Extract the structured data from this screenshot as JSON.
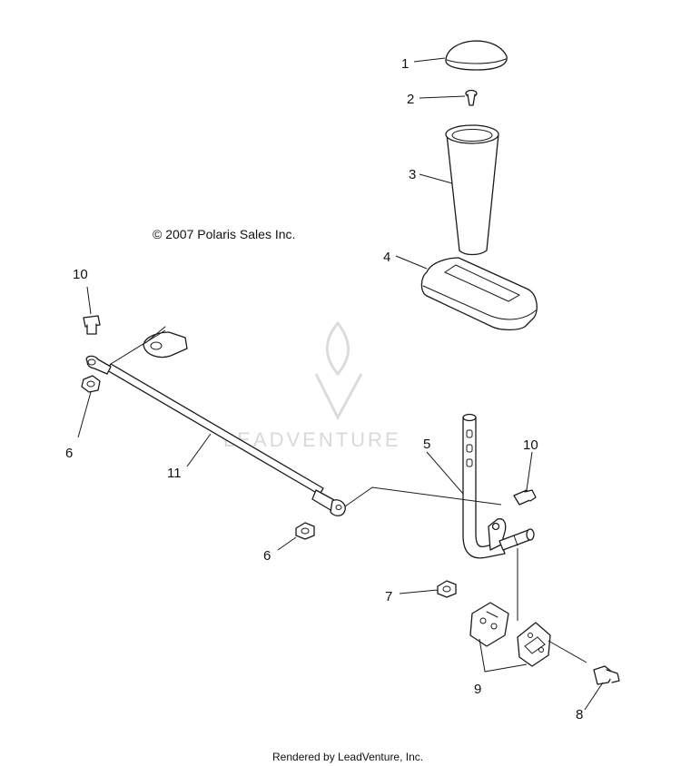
{
  "copyright": "© 2007 Polaris Sales Inc.",
  "footer": "Rendered by LeadVenture, Inc.",
  "watermark": "LEADVENTURE",
  "callouts": {
    "knob": "1",
    "screw": "2",
    "shift_boot": "3",
    "boot_seal": "4",
    "shift_lever": "5",
    "nut_left": "6",
    "nut_center": "6",
    "nut_lever": "7",
    "bolt_bottom": "8",
    "bushing_halves": "9",
    "bolt_left": "10",
    "bolt_right": "10",
    "linkage_rod": "11"
  }
}
